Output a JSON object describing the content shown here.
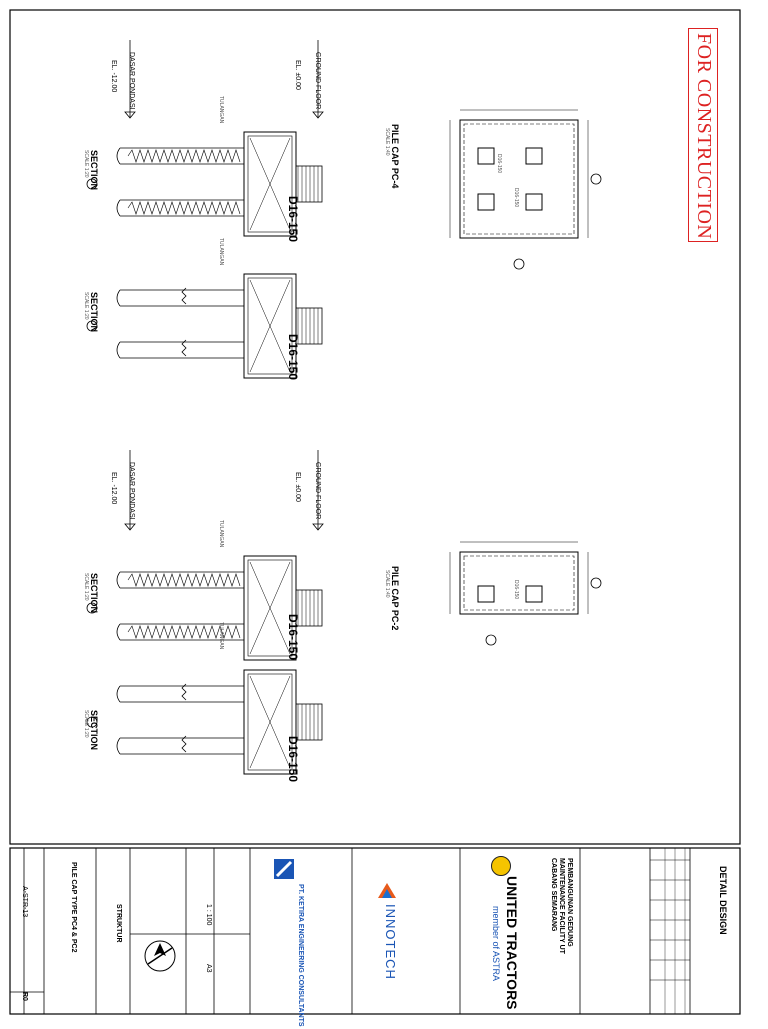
{
  "drawing": {
    "stamp": "FOR CONSTRUCTION",
    "pile_cap_pc4": {
      "title": "PILE CAP PC-4",
      "scale": "SCALE 1:40"
    },
    "pile_cap_pc2": {
      "title": "PILE CAP PC-2",
      "scale": "SCALE 1:40"
    },
    "sections": [
      {
        "title": "SECTION",
        "scale": "SCALE 1:20"
      },
      {
        "title": "SECTION",
        "scale": "SCALE 1:20"
      },
      {
        "title": "SECTION",
        "scale": "SCALE 1:20"
      },
      {
        "title": "SECTION",
        "scale": "SCALE 1:20"
      }
    ],
    "levels": {
      "ground_floor": "GROUND FLOOR",
      "ground_el": "EL. ±0.00",
      "dasar_pondasi": "DASAR PONDASI",
      "dasar_el": "EL. -12.00"
    },
    "rebar": "D16-150",
    "tulangan": "TULANGAN"
  },
  "titleblock": {
    "sheet_title": "DETAIL DESIGN",
    "company": "UNITED TRACTORS",
    "company_sub": "member of ASTRA",
    "consultant": "INNOTECH",
    "project_line1": "PEMBANGUNAN GEDUNG",
    "project_line2": "MAINTENANCE FACILITY UT",
    "project_line3": "CABANG SEMARANG",
    "contractor": "PT. KETIRA ENGINEERING CONSULTANTS",
    "drawing_name": "PILE CAP TYPE PC4 & PC2",
    "discipline": "STRUKTUR",
    "scale": "1 : 100",
    "paper": "A3",
    "drawing_no": "A-STR-13",
    "revision": "R0"
  }
}
